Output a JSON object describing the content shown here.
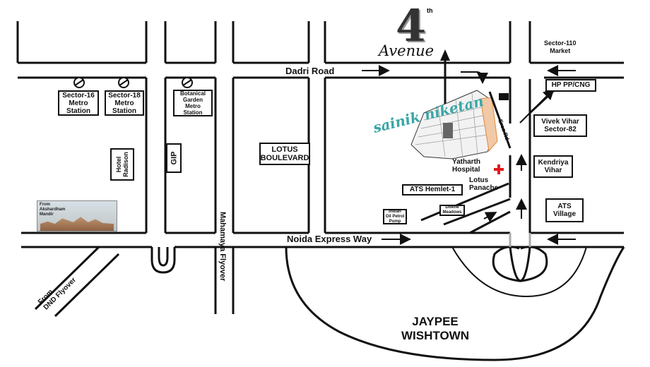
{
  "logo": {
    "number": "4",
    "superscript": "th",
    "word": "Avenue"
  },
  "project": {
    "name": "sainik niketan"
  },
  "roads": {
    "dadri_road": "Dadri Road",
    "noida_expressway": "Noida Express Way",
    "mahamaya_flyover": "Mahamaya Flyover",
    "dnd_flyover": "From\nDND Flyover",
    "side_road": "Eros Rd"
  },
  "landmarks": {
    "sector16_metro": "Sector-16\nMetro\nStation",
    "sector18_metro": "Sector-18\nMetro\nStation",
    "botanical_metro": "Botanical\nGarden\nMetro\nStation",
    "hotel_radison": "Hotel\nRadison",
    "gip": "GIP",
    "lotus_boulevard": "LOTUS\nBOULEVARD",
    "sector110_market": "Sector-110\nMarket",
    "hp_pump": "HP PP/CNG",
    "vivek_vihar": "Vivek Vihar\nSector-82",
    "kendriya_vihar": "Kendriya\nVihar",
    "ats_village": "ATS\nVillage",
    "yatharth_hospital": "Yatharth\nHospital",
    "ats_hamlet": "ATS Hemlet-1",
    "lotus_panache": "Lotus\nPanache",
    "indian_oil": "Indian\nOil Petrol\nPump",
    "diwine_meadows": "Diwine\nMeadows",
    "akshardham": "From\nAkshardham\nMandir",
    "jaypee_wishtown": "JAYPEE\nWISHTOWN"
  },
  "colors": {
    "road": "#111111",
    "accent_teal": "#3aa6a6",
    "hospital_cross": "#e21b1b",
    "block_orange": "#e08a3c"
  }
}
